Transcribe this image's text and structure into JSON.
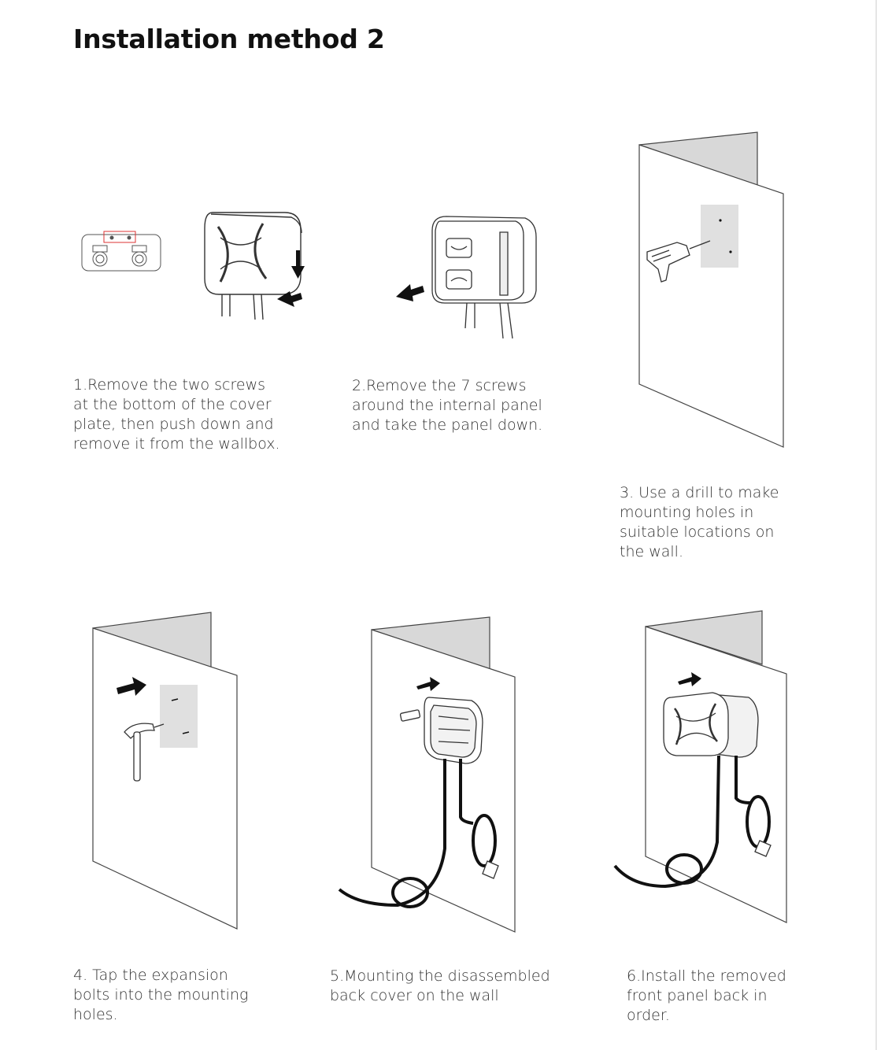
{
  "title": "Installation method 2",
  "steps": [
    {
      "caption": "1.Remove the two screws\nat the bottom of the cover\nplate, then push down and\nremove it from the wallbox."
    },
    {
      "caption": "2.Remove the 7 screws\naround the internal panel\nand take the panel down."
    },
    {
      "caption": "3. Use a drill to make\nmounting holes in\nsuitable locations on\nthe wall."
    },
    {
      "caption": "4. Tap the expansion\nbolts into the mounting\nholes."
    },
    {
      "caption": "5.Mounting the disassembled\nback cover on the wall"
    },
    {
      "caption": "6.Install the removed\nfront panel back in\norder."
    }
  ]
}
